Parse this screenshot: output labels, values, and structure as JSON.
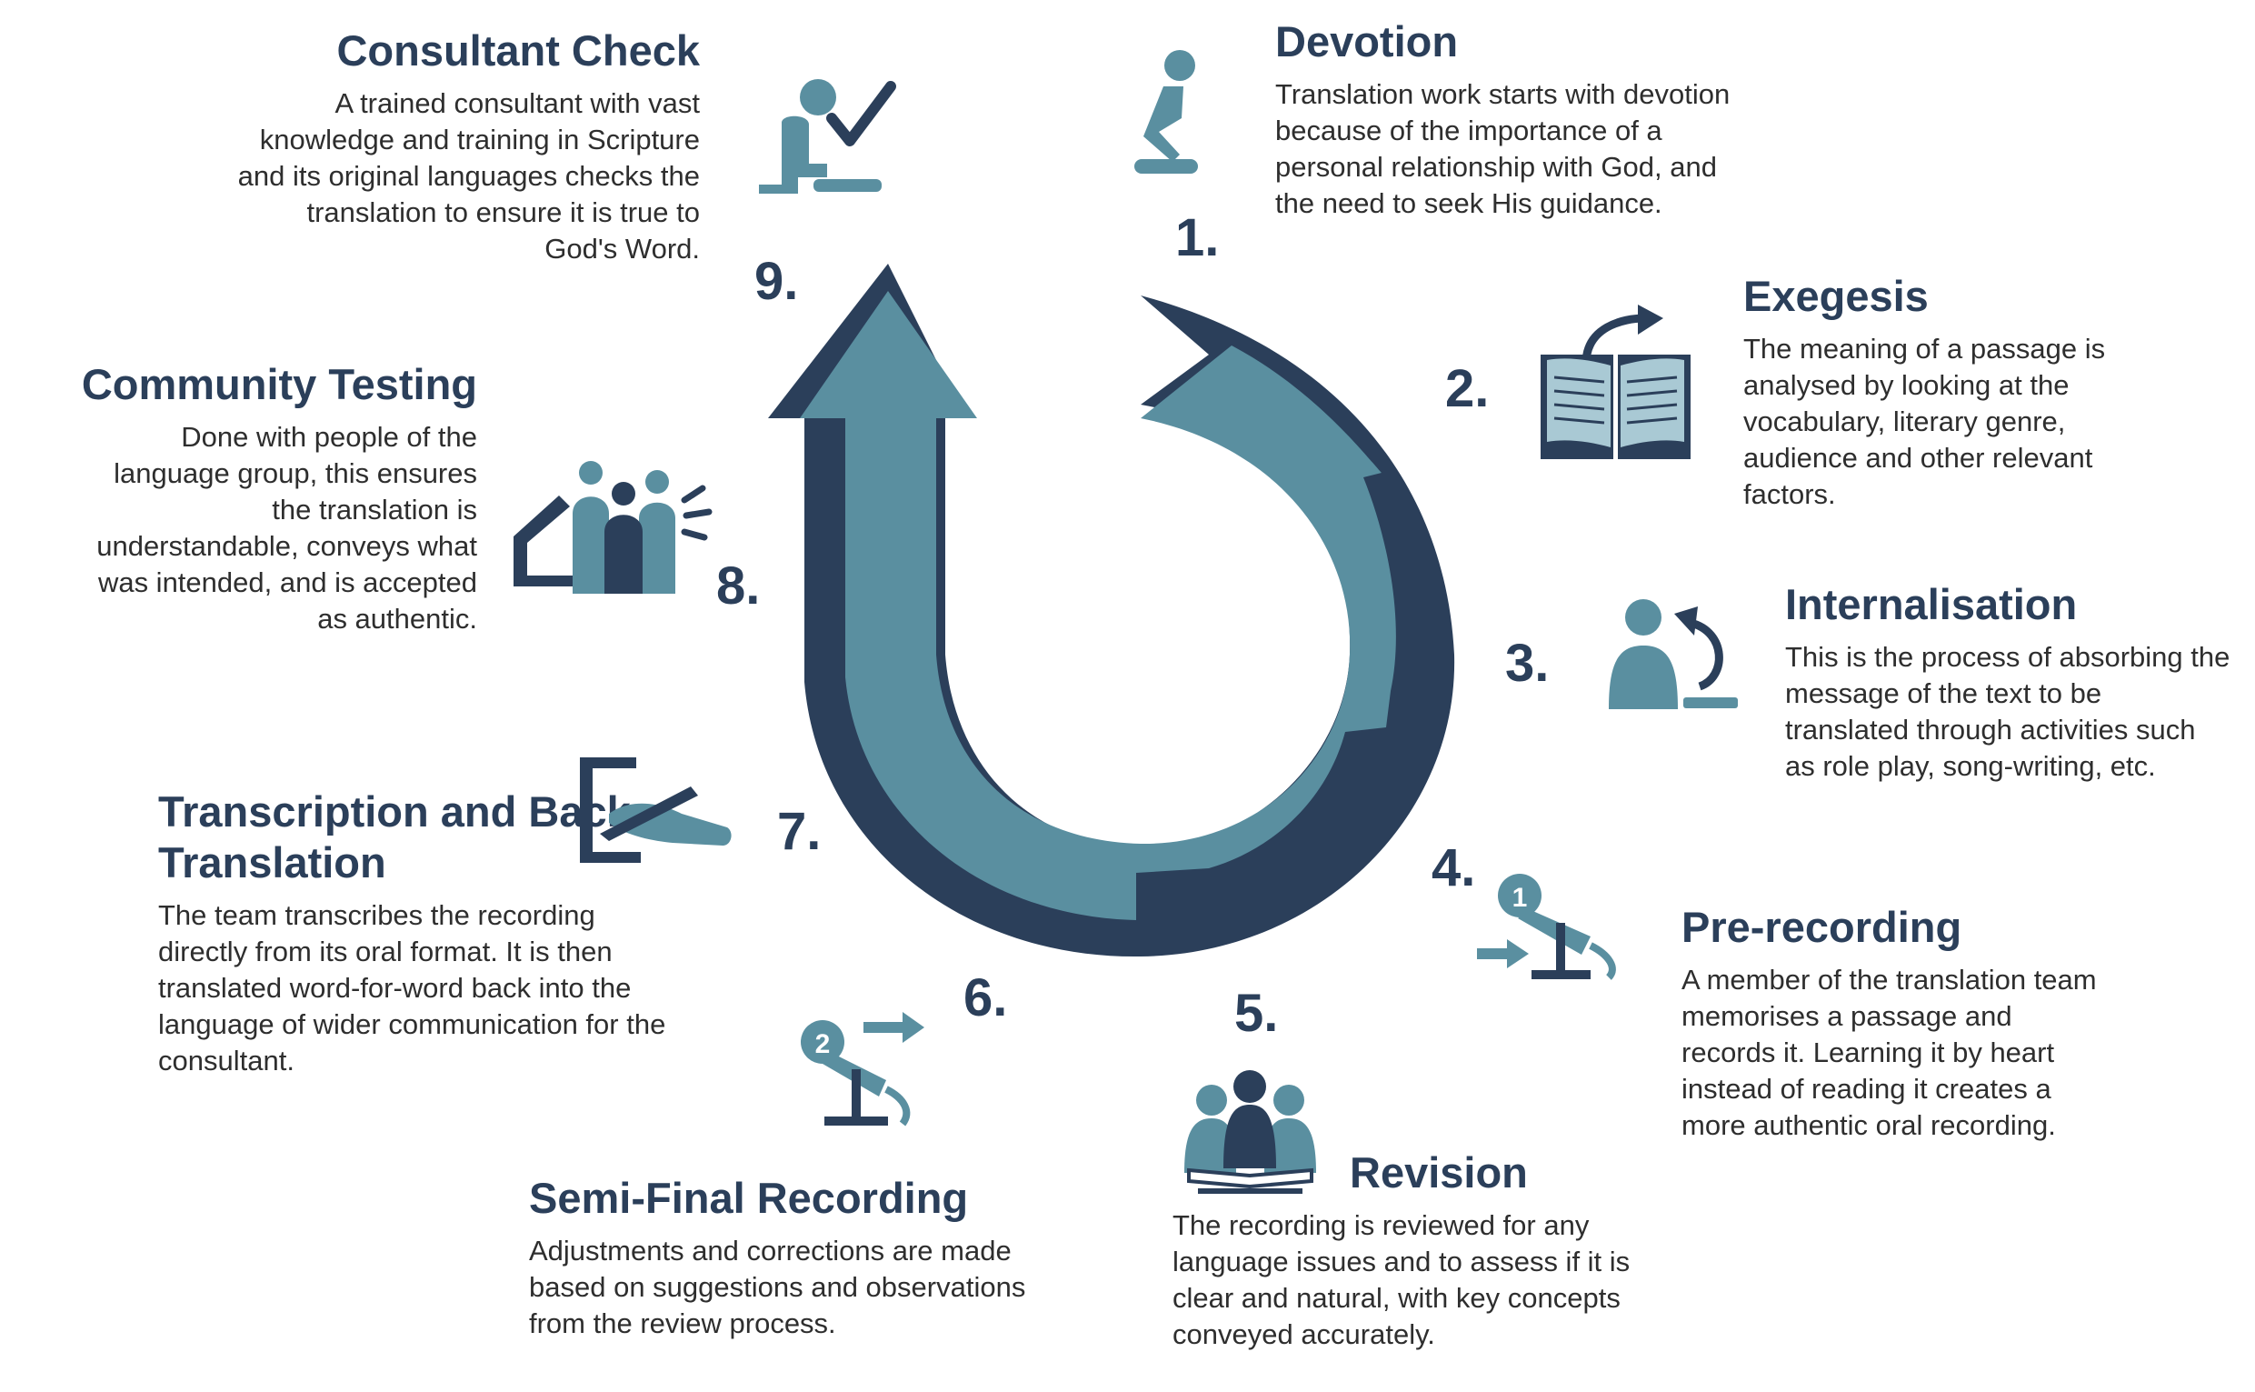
{
  "colors": {
    "dark": "#2b3f5a",
    "teal": "#5a8fa0",
    "text": "#2e2e2e"
  },
  "steps": [
    {
      "number": "1.",
      "title": "Devotion",
      "icon": "kneeling-person-icon",
      "description": "Translation work starts with devotion because of the importance of a personal relationship with God, and the need to seek His guidance."
    },
    {
      "number": "2.",
      "title": "Exegesis",
      "icon": "open-book-icon",
      "description": "The meaning of a passage is analysed by looking at the vocabulary, literary genre, audience and other relevant factors."
    },
    {
      "number": "3.",
      "title": "Internalisation",
      "icon": "person-return-arrow-icon",
      "description": "This is the process of absorbing the message of the text to be translated through activities such as role play, song-writing, etc."
    },
    {
      "number": "4.",
      "title": "Pre-recording",
      "icon": "microphone-1-icon",
      "badge": "1",
      "description": "A member of the translation team memorises a passage and records it. Learning it by heart instead of reading it creates a more authentic oral recording."
    },
    {
      "number": "5.",
      "title": "Revision",
      "icon": "group-reading-icon",
      "description": "The recording is reviewed for any language issues and to assess if it is clear and natural, with key concepts conveyed accurately."
    },
    {
      "number": "6.",
      "title": "Semi-Final Recording",
      "icon": "microphone-2-icon",
      "badge": "2",
      "description": "Adjustments and corrections are made based on suggestions and observations from the review process."
    },
    {
      "number": "7.",
      "title": "Transcription and Back Translation",
      "icon": "hand-writing-icon",
      "description": "The team transcribes the recording directly from its oral format. It is then translated word-for-word back into the language of wider communication for the consultant."
    },
    {
      "number": "8.",
      "title": "Community Testing",
      "icon": "community-house-icon",
      "description": "Done with people of the language group, this ensures the translation is understandable, conveys what was intended, and is accepted as authentic."
    },
    {
      "number": "9.",
      "title": "Consultant Check",
      "icon": "consultant-check-icon",
      "description": "A trained consultant with vast knowledge and training in Scripture and its original languages checks the translation to ensure it is true to God's Word."
    }
  ]
}
